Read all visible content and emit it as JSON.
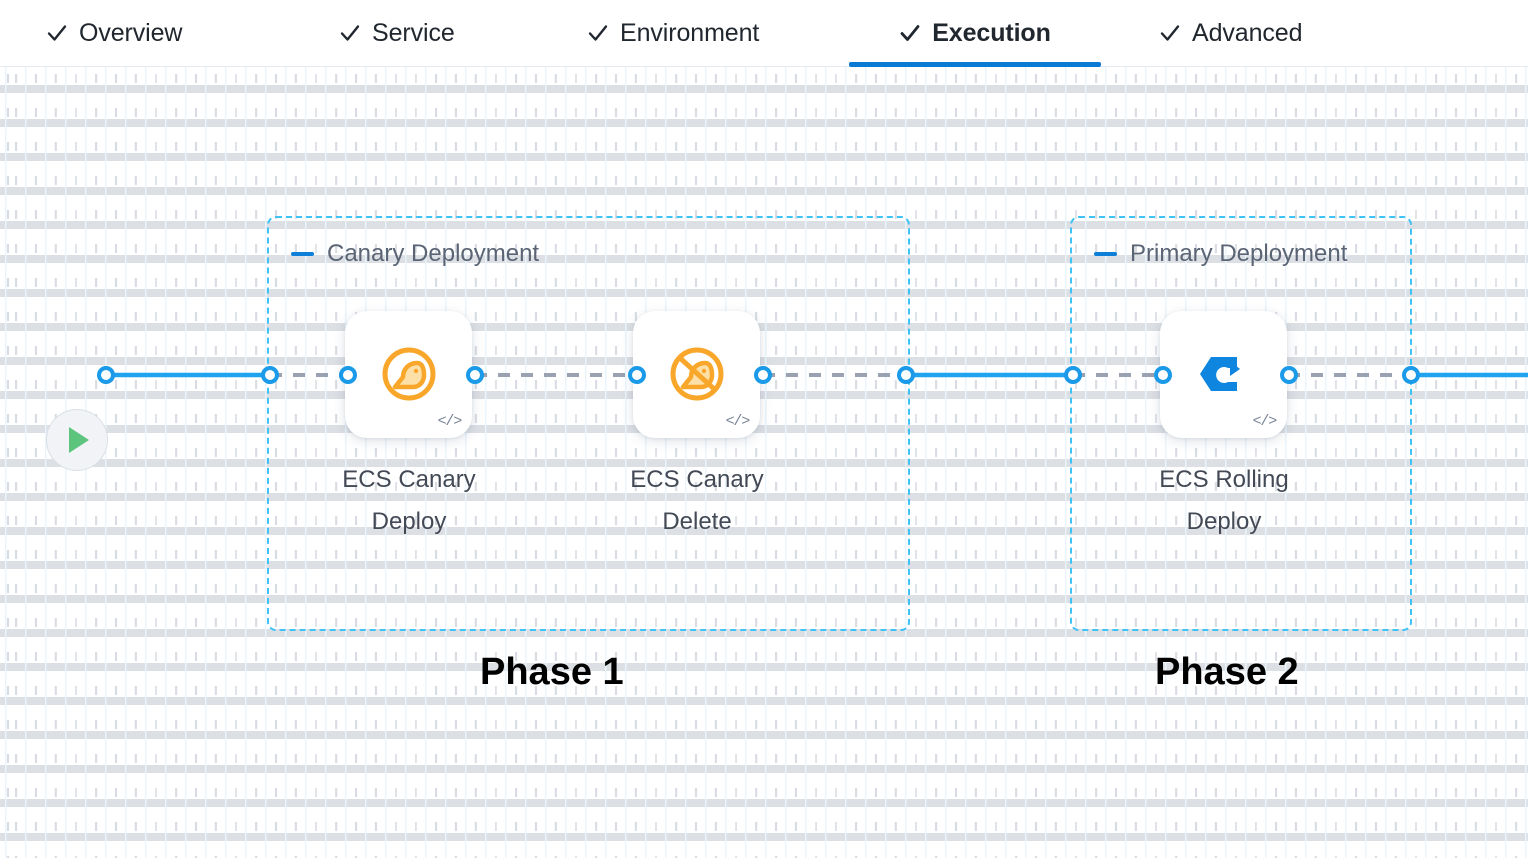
{
  "tabs": [
    {
      "id": "overview",
      "label": "Overview",
      "icon": "check-icon",
      "active": false
    },
    {
      "id": "service",
      "label": "Service",
      "icon": "check-icon",
      "active": false
    },
    {
      "id": "environment",
      "label": "Environment",
      "icon": "check-icon",
      "active": false
    },
    {
      "id": "execution",
      "label": "Execution",
      "icon": "check-icon",
      "active": true
    },
    {
      "id": "advanced",
      "label": "Advanced",
      "icon": "check-icon",
      "active": false
    }
  ],
  "canvas": {
    "start_node": {
      "name": "pipeline-start",
      "icon": "play-icon"
    },
    "groups": [
      {
        "id": "canary-deployment",
        "title": "Canary Deployment",
        "collapse_icon": "minus-icon",
        "caption": "Phase 1",
        "border_color": "#3fc2f5"
      },
      {
        "id": "primary-deployment",
        "title": "Primary Deployment",
        "collapse_icon": "minus-icon",
        "caption": "Phase 2",
        "border_color": "#3fc2f5"
      }
    ],
    "nodes": [
      {
        "id": "ecs-canary-deploy",
        "label": "ECS Canary Deploy",
        "label_line1": "ECS Canary",
        "label_line2": "Deploy",
        "icon": "canary-bird-icon",
        "icon_color": "#f7a52b",
        "badge": "</>",
        "badge_icon": "code-badge-icon"
      },
      {
        "id": "ecs-canary-delete",
        "label": "ECS Canary Delete",
        "label_line1": "ECS Canary",
        "label_line2": "Delete",
        "icon": "canary-bird-slashed-icon",
        "icon_color": "#f7a52b",
        "badge": "</>",
        "badge_icon": "code-badge-icon"
      },
      {
        "id": "ecs-rolling-deploy",
        "label": "ECS Rolling Deploy",
        "label_line1": "ECS Rolling",
        "label_line2": "Deploy",
        "icon": "rolling-deploy-hex-icon",
        "icon_color": "#0e86e0",
        "badge": "</>",
        "badge_icon": "code-badge-icon"
      }
    ],
    "colors": {
      "edge_solid": "#1fa3ef",
      "edge_dashed": "#9aa2b1",
      "port_ring": "#1a9ae8",
      "active_tab": "#0b7ad4",
      "group_border": "#3fc2f5",
      "play": "#5dc47e"
    }
  }
}
